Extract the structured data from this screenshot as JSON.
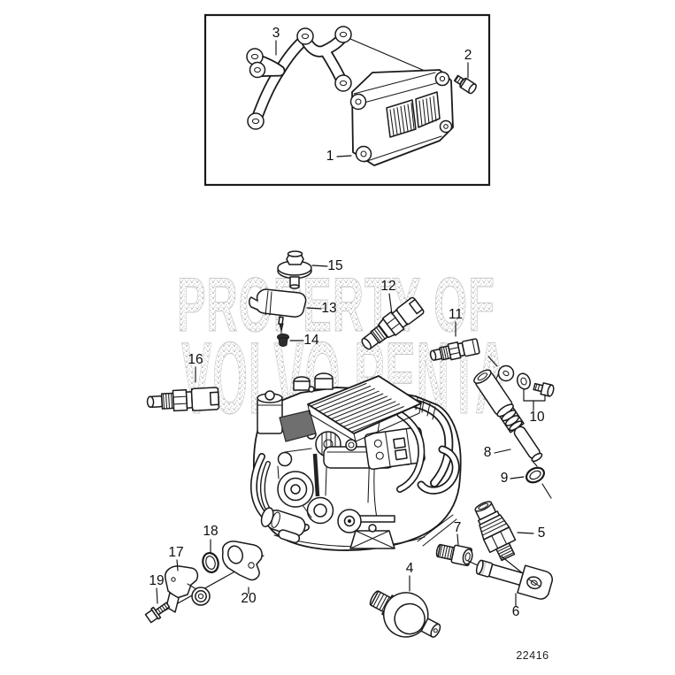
{
  "figure": {
    "drawing_number": "22416",
    "watermark_line1": "PROPERTY OF",
    "watermark_line2": "VOLVO PENTA"
  },
  "callouts": {
    "c1": "1",
    "c2": "2",
    "c3": "3",
    "c4": "4",
    "c5": "5",
    "c6": "6",
    "c7": "7",
    "c8": "8",
    "c9": "9",
    "c10": "10",
    "c11": "11",
    "c12": "12",
    "c13": "13",
    "c14": "14",
    "c15": "15",
    "c16": "16",
    "c17": "17",
    "c18": "18",
    "c19": "19",
    "c20": "20"
  }
}
